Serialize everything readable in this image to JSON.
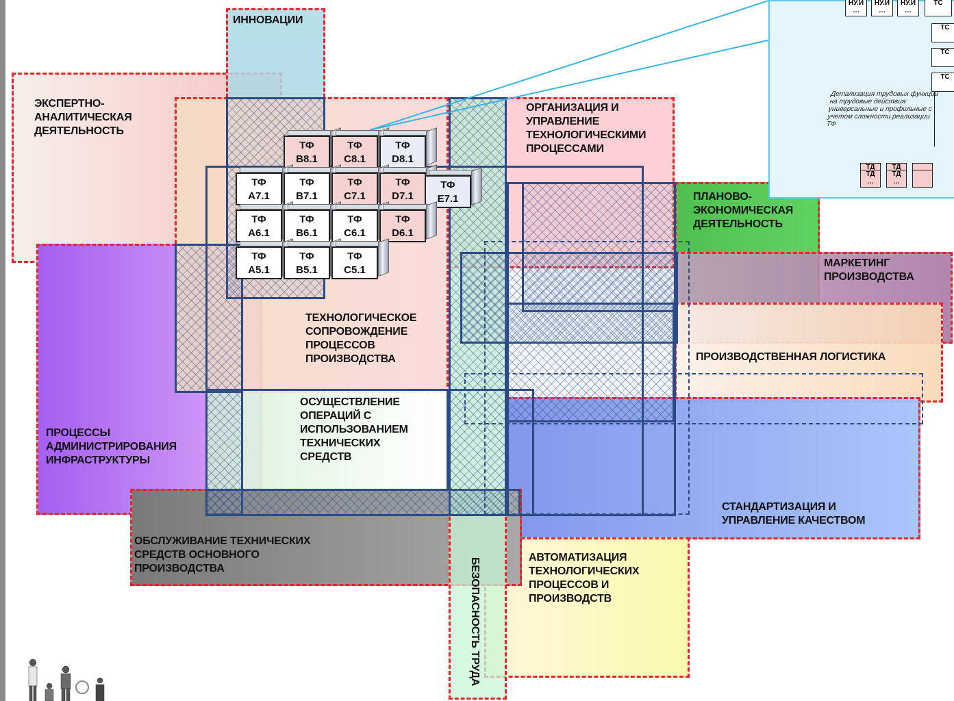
{
  "areas": {
    "innovations": "ИННОВАЦИИ",
    "expert": "ЭКСПЕРТНО-\nАНАЛИТИЧЕСКАЯ\nДЕЯТЕЛЬНОСТЬ",
    "organization": "ОРГАНИЗАЦИЯ И\nУПРАВЛЕНИЕ\nТЕХНОЛОГИЧЕСКИМИ\nПРОЦЕССАМИ",
    "planning": "ПЛАНОВО-\nЭКОНОМИЧЕСКАЯ\nДЕЯТЕЛЬНОСТЬ",
    "marketing": "МАРКЕТИНГ\nПРОИЗВОДСТВА",
    "logistics": "ПРОИЗВОДСТВЕННАЯ ЛОГИСТИКА",
    "tech_support": "ТЕХНОЛОГИЧЕСКОЕ\nСОПРОВОЖДЕНИЕ\nПРОЦЕССОВ\nПРОИЗВОДСТВА",
    "operations": "ОСУЩЕСТВЛЕНИЕ\nОПЕРАЦИЙ С\nИСПОЛЬЗОВАНИЕМ\nТЕХНИЧЕСКИХ\nСРЕДСТВ",
    "infrastructure": "ПРОЦЕССЫ\nАДМИНИСТРИРОВАНИЯ\nИНФРАСТРУКТУРЫ",
    "standardization": "СТАНДАРТИЗАЦИЯ И\nУПРАВЛЕНИЕ КАЧЕСТВОМ",
    "maintenance": "ОБСЛУЖИВАНИЕ ТЕХНИЧЕСКИХ\nСРЕДСТВ ОСНОВНОГО\nПРОИЗВОДСТВА",
    "automation": "АВТОМАТИЗАЦИЯ\nТЕХНОЛОГИЧЕСКИХ\nПРОЦЕССОВ И\nПРОИЗВОДСТВ",
    "safety": "БЕЗОПАСНОСТЬ ТРУДА"
  },
  "cubes": {
    "b8": "ТФ\nB8.1",
    "c8": "ТФ\nC8.1",
    "d8": "ТФ\nD8.1",
    "a7": "ТФ\nA7.1",
    "b7": "ТФ\nB7.1",
    "c7": "ТФ\nC7.1",
    "d7": "ТФ\nD7.1",
    "e7": "ТФ\nE7.1",
    "a6": "ТФ\nA6.1",
    "b6": "ТФ\nB6.1",
    "c6": "ТФ\nC6.1",
    "d6": "ТФ\nD6.1",
    "a5": "ТФ\nA5.1",
    "b5": "ТФ\nB5.1",
    "c5": "ТФ\nC5.1"
  },
  "callout": {
    "top_boxes": [
      "НУ.И\n…",
      "НУ.И\n…",
      "НУ.И\n…",
      "ТС"
    ],
    "right_boxes": [
      "ТС",
      "ТС",
      "ТС"
    ],
    "note": "Детализация трудовых функций на трудовые действия: универсальные и профильные с учетом сложности реализации ТФ",
    "td_label": "ТД\n…"
  }
}
